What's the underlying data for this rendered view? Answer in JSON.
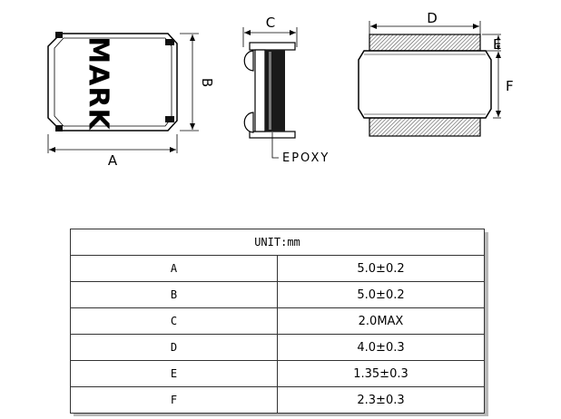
{
  "drawing": {
    "mark_text": "MARK",
    "labels": {
      "A": "A",
      "B": "B",
      "C": "C",
      "D": "D",
      "E": "E",
      "F": "F"
    },
    "epoxy_label": "EPOXY"
  },
  "table": {
    "header": "UNIT:mm",
    "rows": [
      {
        "param": "A",
        "value": "5.0±0.2"
      },
      {
        "param": "B",
        "value": "5.0±0.2"
      },
      {
        "param": "C",
        "value": "2.0MAX"
      },
      {
        "param": "D",
        "value": "4.0±0.3"
      },
      {
        "param": "E",
        "value": "1.35±0.3"
      },
      {
        "param": "F",
        "value": "2.3±0.3"
      }
    ]
  }
}
